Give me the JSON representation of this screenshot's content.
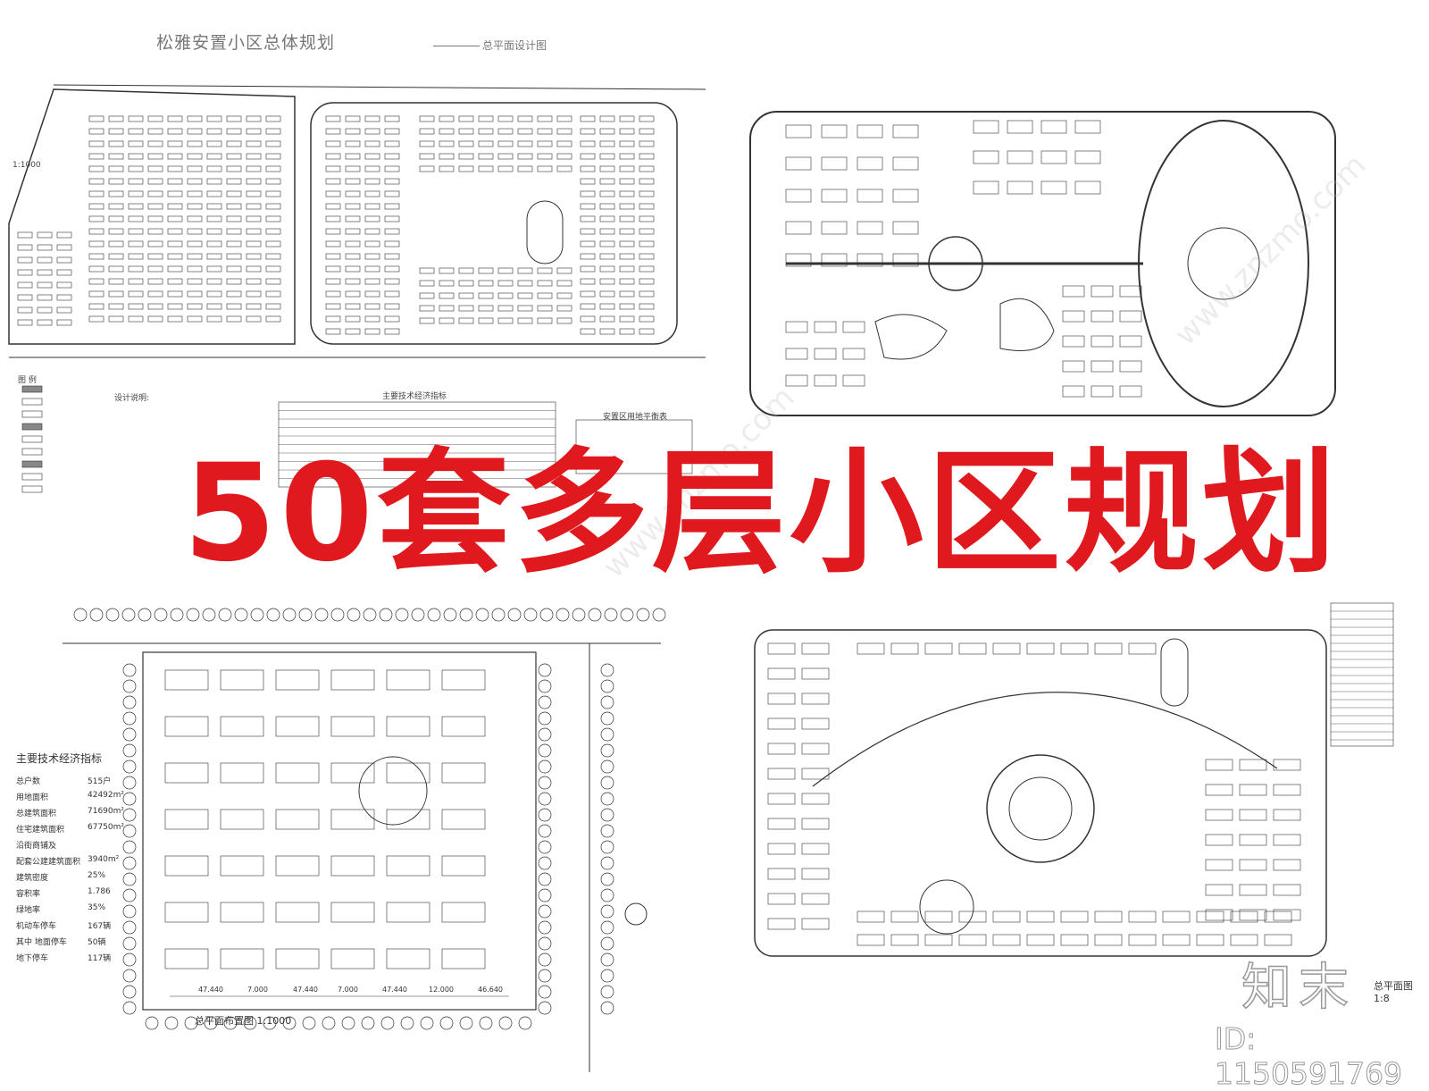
{
  "headline": "50套多层小区规划",
  "plan1": {
    "title": "松雅安置小区总体规划",
    "subtitle": "总平面设计图",
    "scale": "1:1000",
    "legend_title": "图 例",
    "notes_title": "设计说明:",
    "table_title": "主要技术经济指标",
    "table2_title": "安置区用地平衡表"
  },
  "plan3": {
    "stats_title": "主要技术经济指标",
    "stats": [
      {
        "k": "总户数",
        "v": "515户"
      },
      {
        "k": "用地面积",
        "v": "42492m²"
      },
      {
        "k": "总建筑面积",
        "v": "71690m²"
      },
      {
        "k": "住宅建筑面积",
        "v": "67750m²"
      },
      {
        "k": "沿街商铺及",
        "v": ""
      },
      {
        "k": "配套公建建筑面积",
        "v": "3940m²"
      },
      {
        "k": "建筑密度",
        "v": "25%"
      },
      {
        "k": "容积率",
        "v": "1.786"
      },
      {
        "k": "绿地率",
        "v": "35%"
      },
      {
        "k": "机动车停车",
        "v": "167辆"
      },
      {
        "k": "其中 地面停车",
        "v": "50辆"
      },
      {
        "k": "地下停车",
        "v": "117辆"
      }
    ],
    "caption": "总平面布置图  1:1000",
    "dimensions": [
      "47.440",
      "7.000",
      "47.440",
      "7.000",
      "47.440",
      "12.000",
      "46.640"
    ]
  },
  "plan4": {
    "caption": "总平面图  1:8"
  },
  "brand": {
    "logo": "知末",
    "id": "ID: 1150591769",
    "watermark": "www.znzmo.com"
  },
  "colors": {
    "headline": "#e0191e",
    "line": "#222222"
  }
}
